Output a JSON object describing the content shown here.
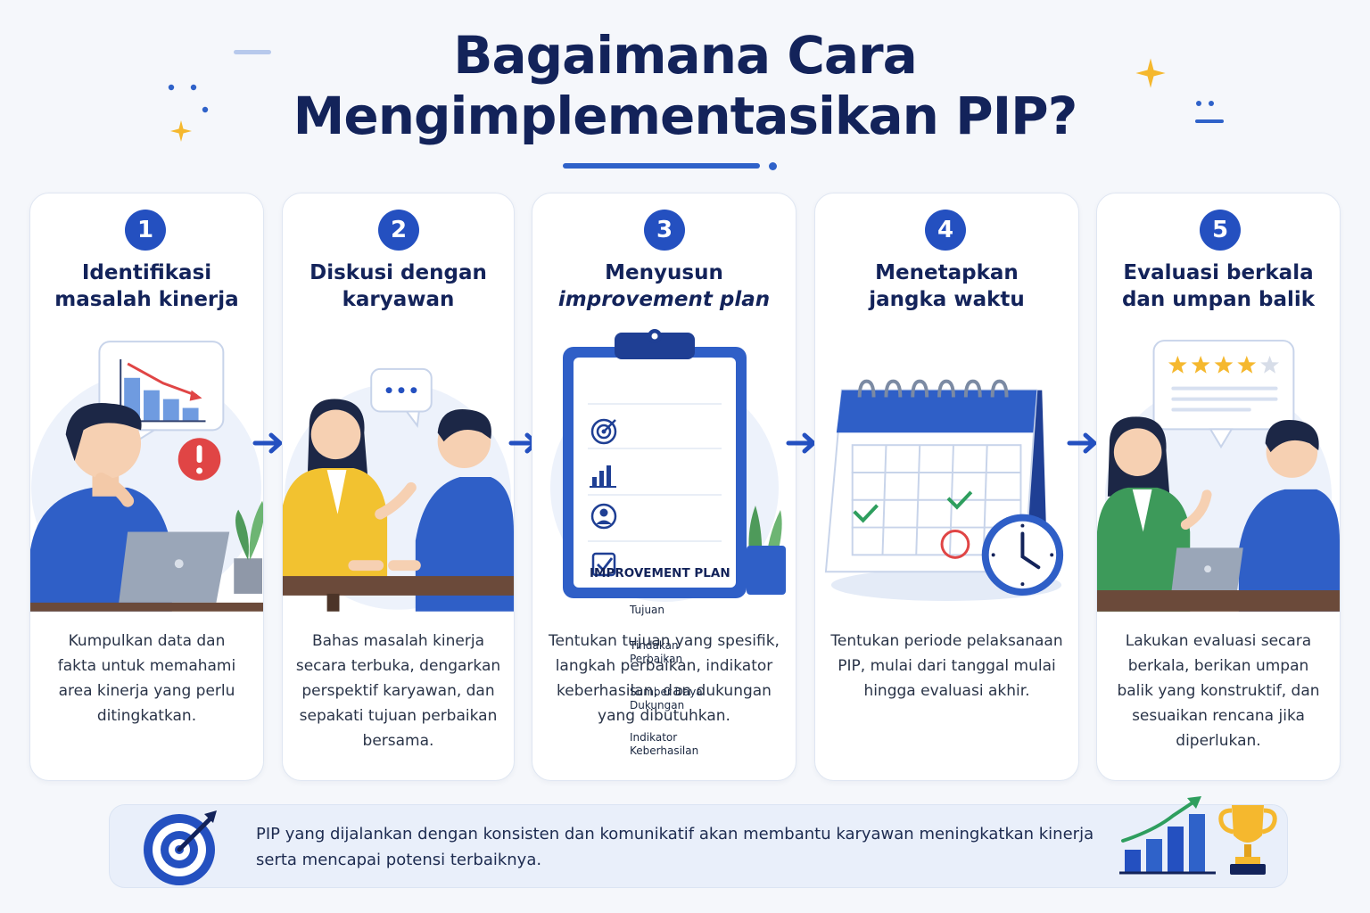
{
  "title": {
    "line1": "Bagaimana Cara",
    "line2": "Mengimplementasikan PIP?"
  },
  "steps": [
    {
      "number": "1",
      "title_line1": "Identifikasi",
      "title_line2": "masalah kinerja",
      "description": "Kumpulkan data dan fakta untuk memahami area kinerja yang perlu ditingkatkan."
    },
    {
      "number": "2",
      "title_line1": "Diskusi dengan",
      "title_line2": "karyawan",
      "description": "Bahas masalah kinerja secara terbuka, dengarkan perspektif karyawan, dan sepakati tujuan perbaikan bersama."
    },
    {
      "number": "3",
      "title_line1": "Menyusun",
      "title_line2": "improvement plan",
      "description": "Tentukan tujuan yang spesifik, langkah perbaikan, indikator keberhasilan, dan dukungan yang dibutuhkan."
    },
    {
      "number": "4",
      "title_line1": "Menetapkan",
      "title_line2": "jangka waktu",
      "description": "Tentukan periode pelaksanaan PIP, mulai dari tanggal mulai hingga evaluasi akhir."
    },
    {
      "number": "5",
      "title_line1": "Evaluasi berkala",
      "title_line2": "dan umpan balik",
      "description": "Lakukan evaluasi secara berkala, berikan umpan balik yang konstruktif, dan sesuaikan rencana jika diperlukan."
    }
  ],
  "improvement_plan": {
    "heading": "IMPROVEMENT PLAN",
    "items": [
      {
        "icon": "target-icon",
        "line1": "Tujuan",
        "line2": ""
      },
      {
        "icon": "bar-chart-icon",
        "line1": "Tindakan",
        "line2": "Perbaikan"
      },
      {
        "icon": "person-icon",
        "line1": "Sumber Daya",
        "line2": "Dukungan"
      },
      {
        "icon": "checkbox-icon",
        "line1": "Indikator",
        "line2": "Keberhasilan"
      }
    ]
  },
  "review": {
    "stars_filled": 4,
    "stars_total": 5
  },
  "footer": {
    "text": "PIP yang dijalankan dengan konsisten dan komunikatif akan membantu karyawan meningkatkan kinerja serta mencapai potensi terbaiknya."
  },
  "colors": {
    "primary": "#2450c0",
    "navy": "#13235a",
    "accent_yellow": "#f5b82e",
    "alert_red": "#e04545",
    "check_green": "#2e9e5e"
  }
}
